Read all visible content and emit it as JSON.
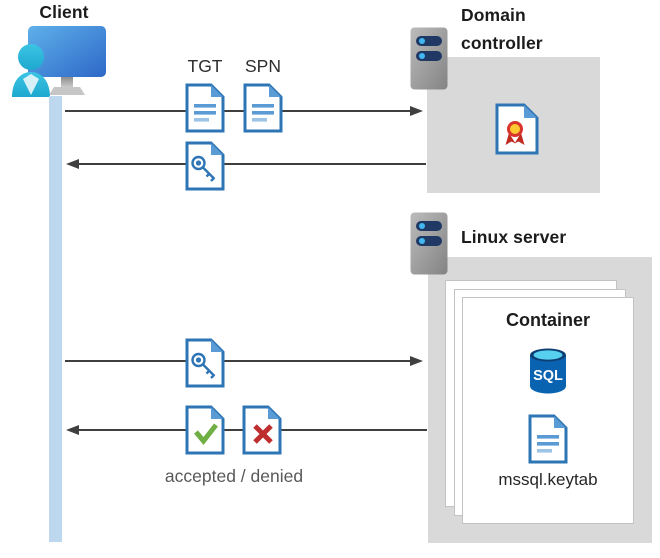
{
  "client": {
    "label": "Client"
  },
  "domain_controller": {
    "label": "Domain controller"
  },
  "linux_server": {
    "label": "Linux server"
  },
  "container": {
    "label": "Container",
    "sql_label": "SQL",
    "keytab_label": "mssql.keytab"
  },
  "messages": {
    "tgt_label": "TGT",
    "spn_label": "SPN",
    "result_label": "accepted / denied"
  },
  "colors": {
    "doc_border_blue": "#2E75B6",
    "doc_fold_blue": "#5B9BD5",
    "box_gray": "#D9D9D9",
    "lifeline_blue": "#BDD7EE",
    "arrow_gray": "#3F3F3F",
    "accepted_green": "#6FAF44",
    "denied_red": "#BE2E2E",
    "server_bar_navy": "#1F3864",
    "server_dot_blue": "#41B8F1",
    "sql_body_blue": "#0A63B0",
    "sql_top_cyan": "#57CFEF",
    "ribbon_yellow": "#FFC931",
    "ribbon_red": "#D9342B"
  }
}
